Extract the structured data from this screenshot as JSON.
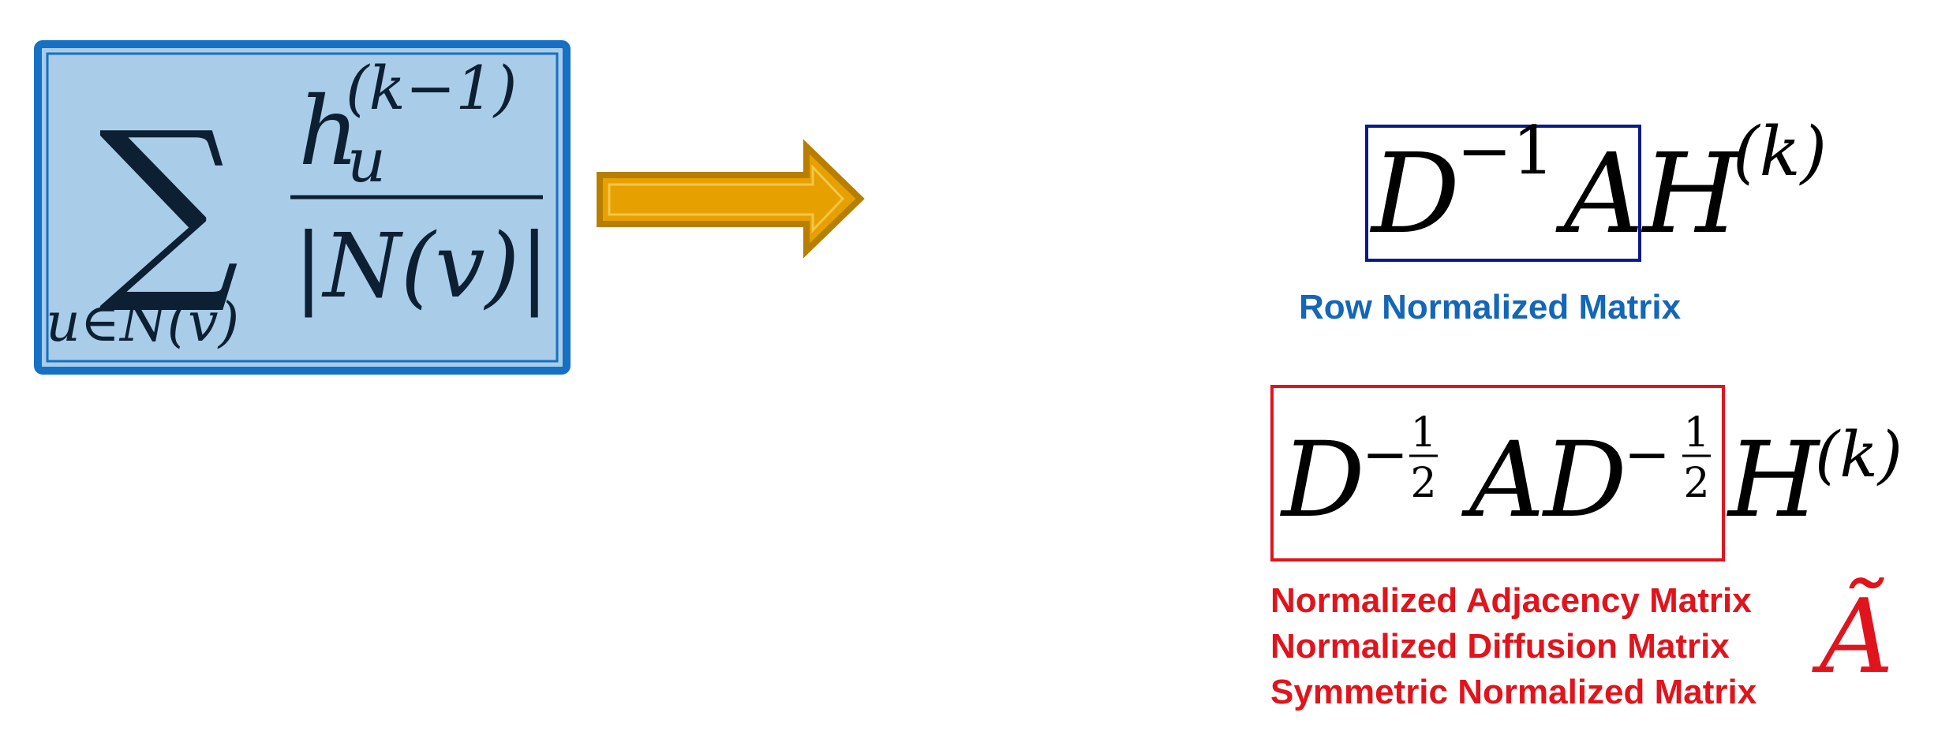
{
  "left_formula": {
    "sum_symbol": "∑",
    "sum_index": "u∈N(v)",
    "numerator_base": "h",
    "numerator_subscript": "u",
    "numerator_superscript": "(k−1)",
    "denominator": "|N(v)|"
  },
  "right_top": {
    "D": "D",
    "D_exponent": "−1",
    "A": "A",
    "H": "H",
    "H_superscript": "(k)",
    "caption": "Row Normalized Matrix"
  },
  "right_bottom": {
    "D1": "D",
    "exp_minus": "−",
    "exp_num": "1",
    "exp_den": "2",
    "A": "A",
    "D2": "D",
    "exp2_minus": "−",
    "exp2_num": "1",
    "exp2_den": "2",
    "H": "H",
    "H_superscript": "(k)",
    "captions": [
      "Normalized Adjacency Matrix",
      "Normalized Diffusion Matrix",
      "Symmetric Normalized Matrix"
    ],
    "symbol": "Ã"
  },
  "colors": {
    "box_fill": "#a9cde9",
    "box_border": "#1670c4",
    "arrow_fill": "#e6a100",
    "arrow_border": "#b77e00",
    "blue_box": "#0a1a8a",
    "blue_label": "#1466b8",
    "red": "#e0141c"
  }
}
